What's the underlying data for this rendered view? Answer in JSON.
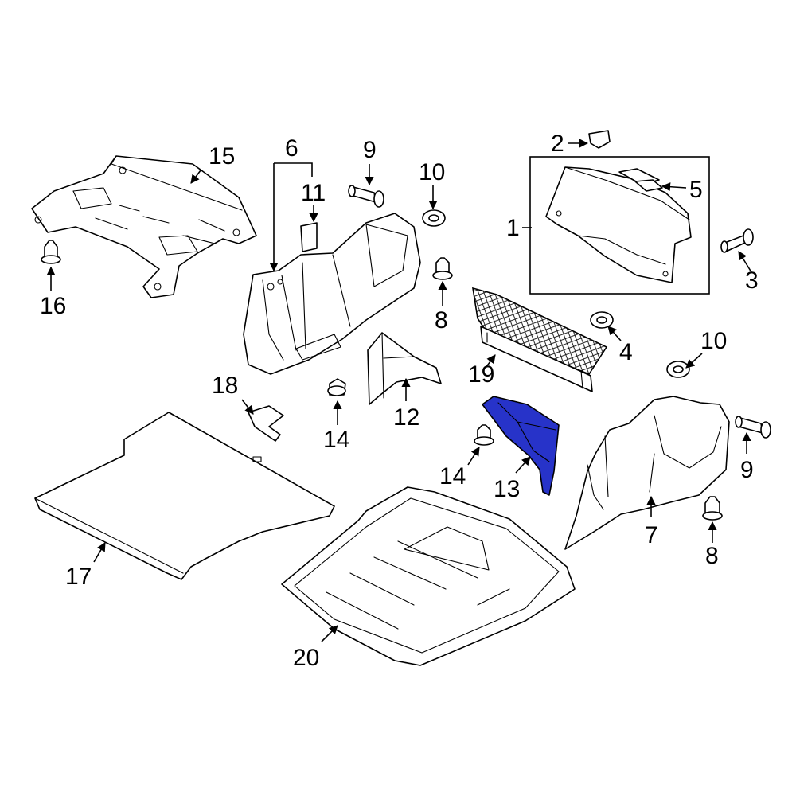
{
  "highlight_color": "#2733c9",
  "highlighted_part": "13",
  "callouts": {
    "c1": "1",
    "c2": "2",
    "c3": "3",
    "c4": "4",
    "c5": "5",
    "c6": "6",
    "c7": "7",
    "c8a": "8",
    "c8b": "8",
    "c9a": "9",
    "c9b": "9",
    "c10a": "10",
    "c10b": "10",
    "c11": "11",
    "c12": "12",
    "c13": "13",
    "c14a": "14",
    "c14b": "14",
    "c15": "15",
    "c16": "16",
    "c17": "17",
    "c18": "18",
    "c19": "19",
    "c20": "20"
  }
}
